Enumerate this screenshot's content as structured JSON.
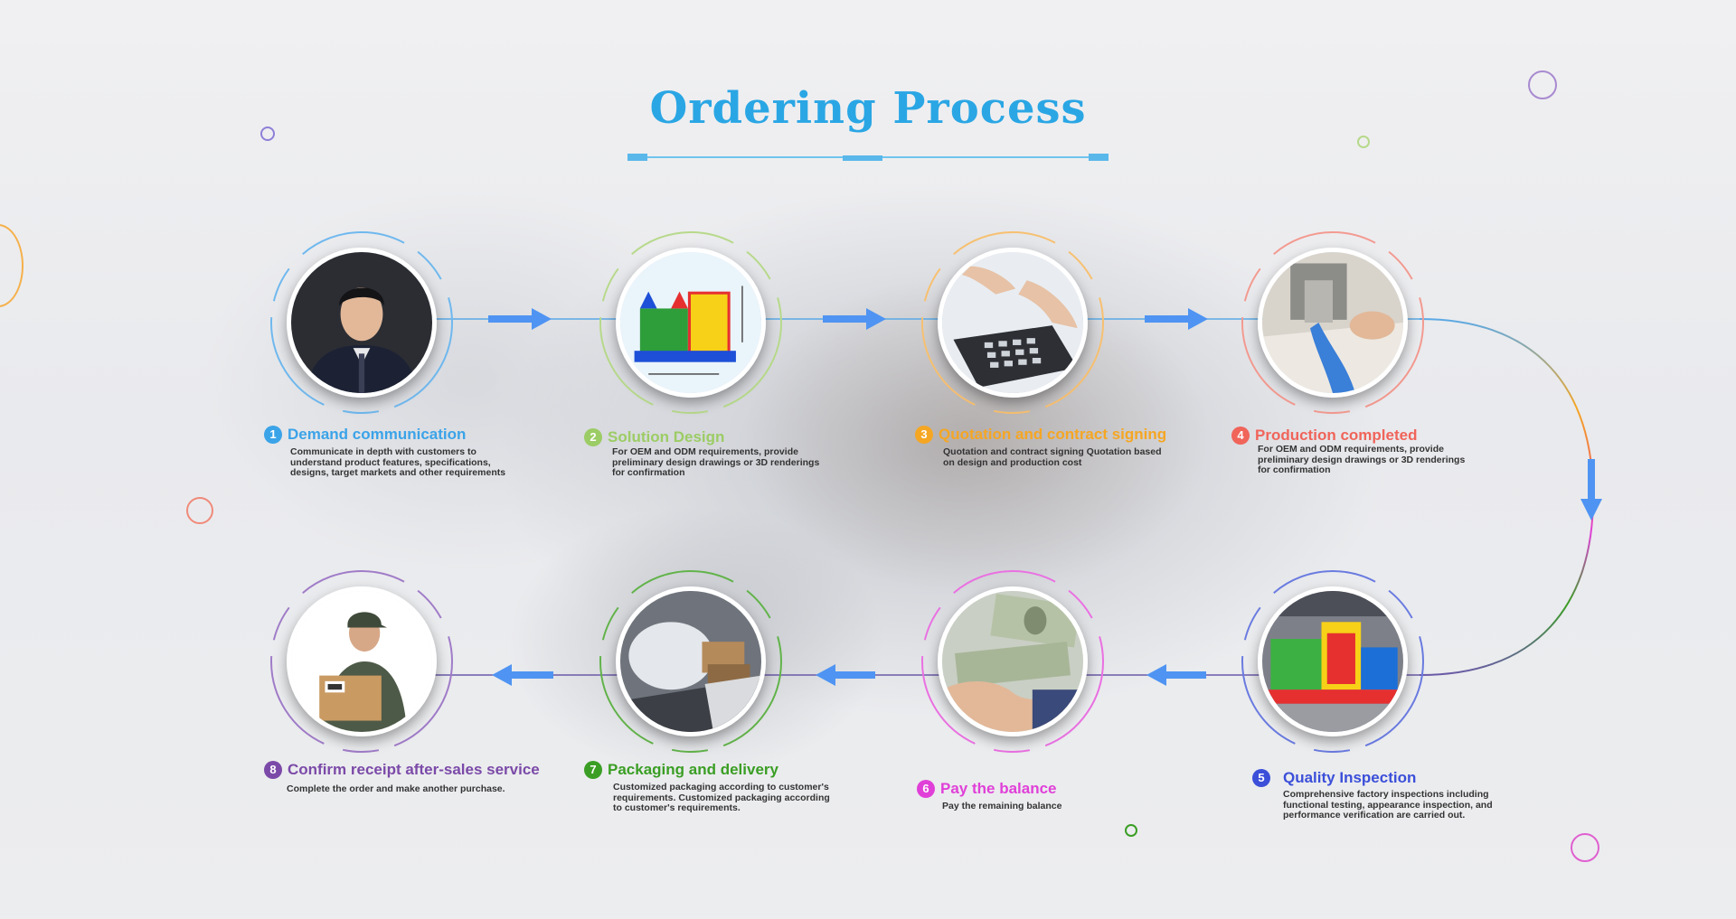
{
  "title": "Ordering Process",
  "colors": {
    "title": "#2aa6e4",
    "arrow": "#4f94f2",
    "line_top": "#5aa9e6",
    "line_bottom": "#6b5aa8"
  },
  "steps": [
    {
      "number": "1",
      "title": "Demand communication",
      "color": "#3ba3e8",
      "image": "portrait-photo",
      "description": [
        "Communicate in depth with customers to",
        "understand product features, specifications,",
        "designs, target markets and other requirements"
      ]
    },
    {
      "number": "2",
      "title": "Solution Design",
      "color": "#9ccc65",
      "image": "bounce-house-rendering",
      "description": [
        "For OEM and ODM requirements, provide",
        "preliminary design drawings or 3D renderings",
        "for confirmation"
      ]
    },
    {
      "number": "3",
      "title": "Quotation and contract signing",
      "color": "#f5a623",
      "image": "calculator-photo",
      "description": [
        "Quotation and contract signing Quotation based",
        "on design and production cost"
      ]
    },
    {
      "number": "4",
      "title": "Production completed",
      "color": "#f0645a",
      "image": "sewing-machine-photo",
      "description": [
        "For OEM and ODM requirements, provide",
        "preliminary design drawings or 3D renderings",
        "for confirmation"
      ]
    },
    {
      "number": "5",
      "title": "Quality Inspection",
      "color": "#3b4fd9",
      "image": "factory-inflatable-photo",
      "description": [
        "Comprehensive factory inspections including",
        "functional testing, appearance inspection, and",
        "performance verification are carried out."
      ]
    },
    {
      "number": "6",
      "title": "Pay the balance",
      "color": "#e040d8",
      "image": "cash-handshake-photo",
      "description": [
        "Pay the remaining balance"
      ]
    },
    {
      "number": "7",
      "title": "Packaging and delivery",
      "color": "#3a9e24",
      "image": "truck-packages-photo",
      "description": [
        "Customized packaging according to customer's",
        "requirements. Customized packaging according",
        "to customer's requirements."
      ]
    },
    {
      "number": "8",
      "title": "Confirm receipt after-sales service",
      "color": "#7b4aa8",
      "image": "delivery-man-photo",
      "description": [
        "Complete the order and make another purchase."
      ]
    }
  ]
}
